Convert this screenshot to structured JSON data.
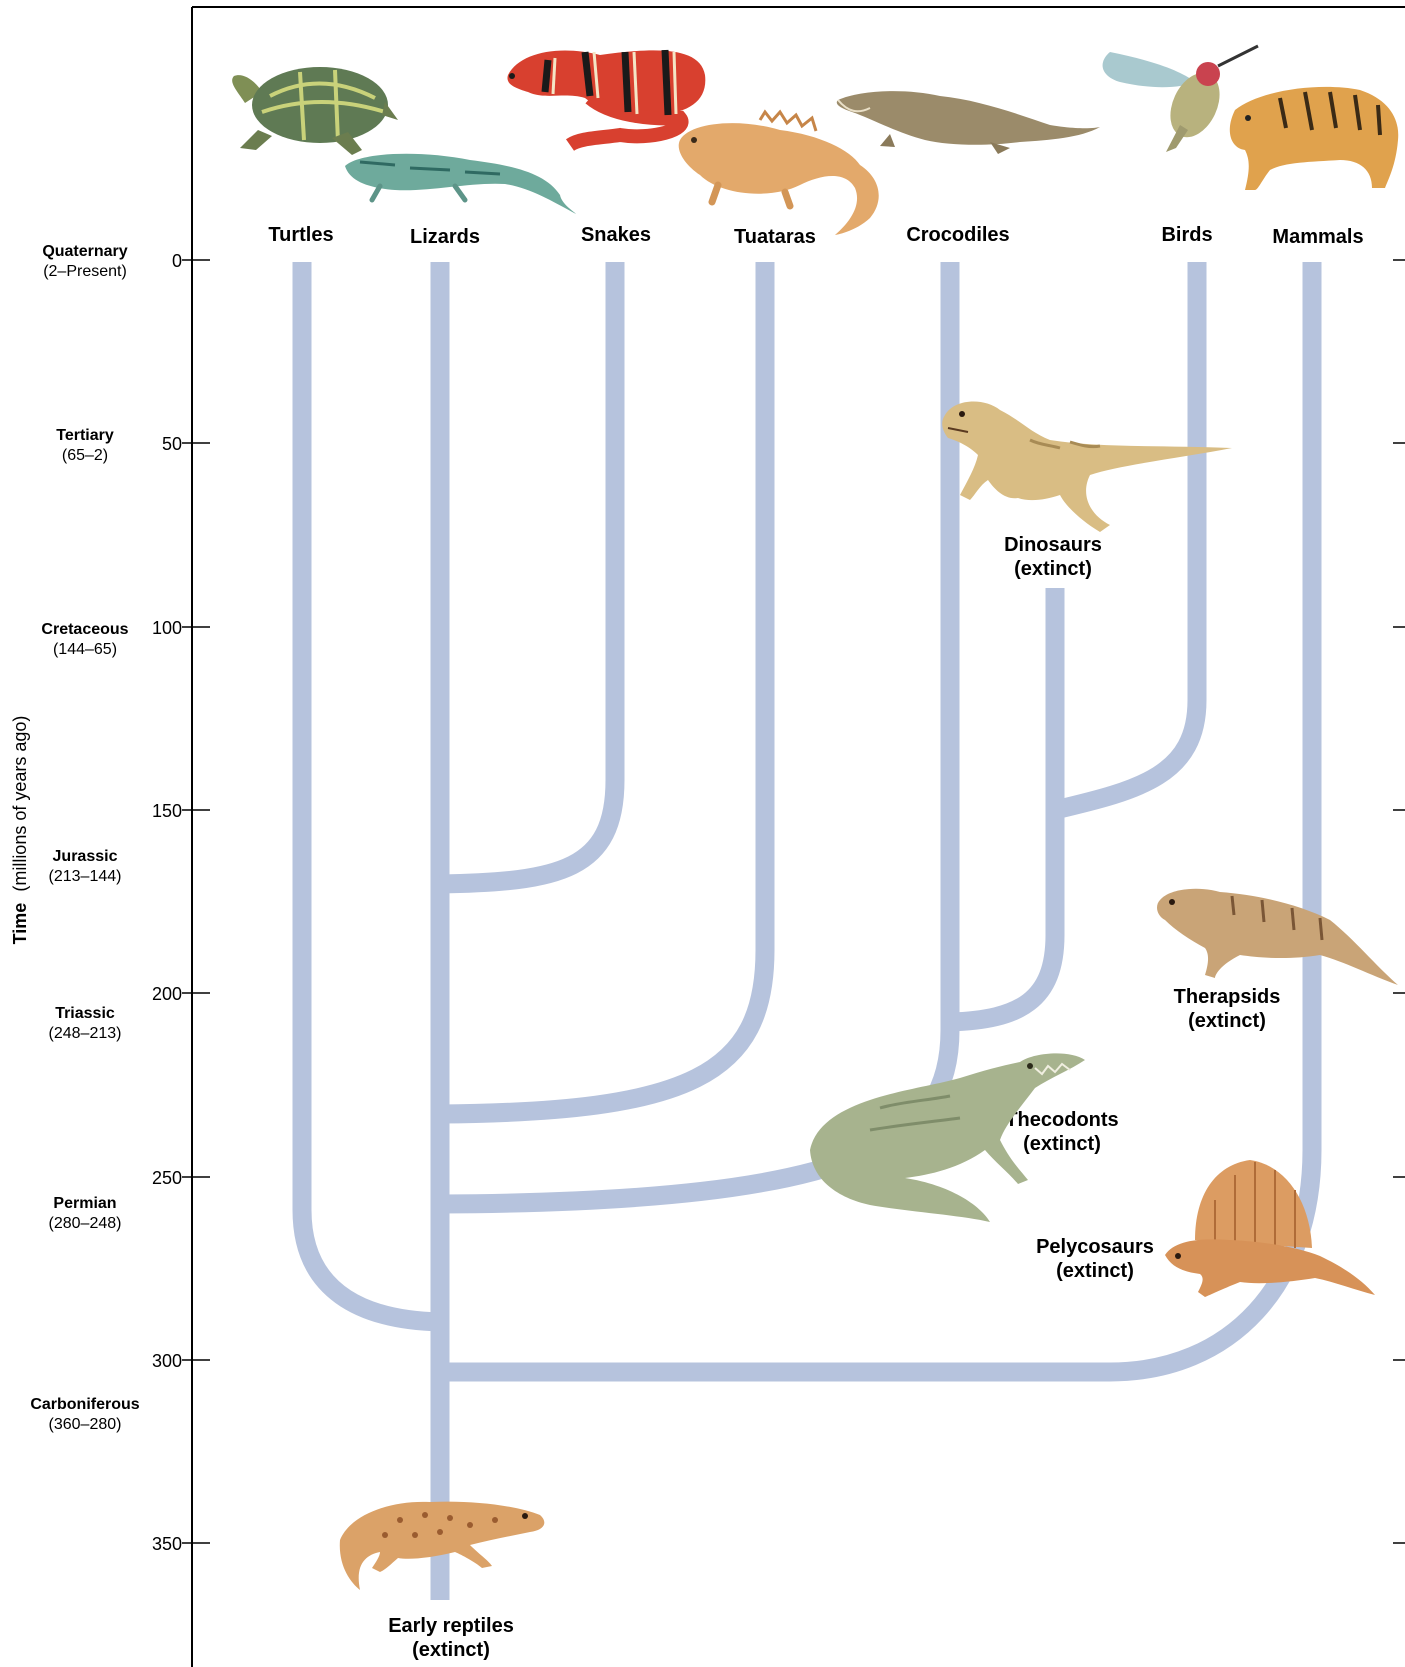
{
  "axis": {
    "title_bold": "Time",
    "title_rest": "(millions of years ago)",
    "ticks": [
      "0",
      "50",
      "100",
      "150",
      "200",
      "250",
      "300",
      "350"
    ]
  },
  "periods": [
    {
      "name": "Quaternary",
      "range": "(2–Present)"
    },
    {
      "name": "Tertiary",
      "range": "(65–2)"
    },
    {
      "name": "Cretaceous",
      "range": "(144–65)"
    },
    {
      "name": "Jurassic",
      "range": "(213–144)"
    },
    {
      "name": "Triassic",
      "range": "(248–213)"
    },
    {
      "name": "Permian",
      "range": "(280–248)"
    },
    {
      "name": "Carboniferous",
      "range": "(360–280)"
    }
  ],
  "living_groups": [
    "Turtles",
    "Lizards",
    "Snakes",
    "Tuataras",
    "Crocodiles",
    "Birds",
    "Mammals"
  ],
  "extinct_groups": [
    {
      "name": "Dinosaurs",
      "status": "(extinct)"
    },
    {
      "name": "Therapsids",
      "status": "(extinct)"
    },
    {
      "name": "Thecodonts",
      "status": "(extinct)"
    },
    {
      "name": "Pelycosaurs",
      "status": "(extinct)"
    },
    {
      "name": "Early reptiles",
      "status": "(extinct)"
    }
  ],
  "colors": {
    "branch": "#b6c3dd",
    "frame": "#000000"
  },
  "illustrations": [
    "turtle",
    "lizard",
    "snake",
    "tuatara",
    "crocodile",
    "hummingbird",
    "tiger",
    "dinosaur",
    "therapsid",
    "thecodont",
    "pelycosaur",
    "early-reptile"
  ]
}
